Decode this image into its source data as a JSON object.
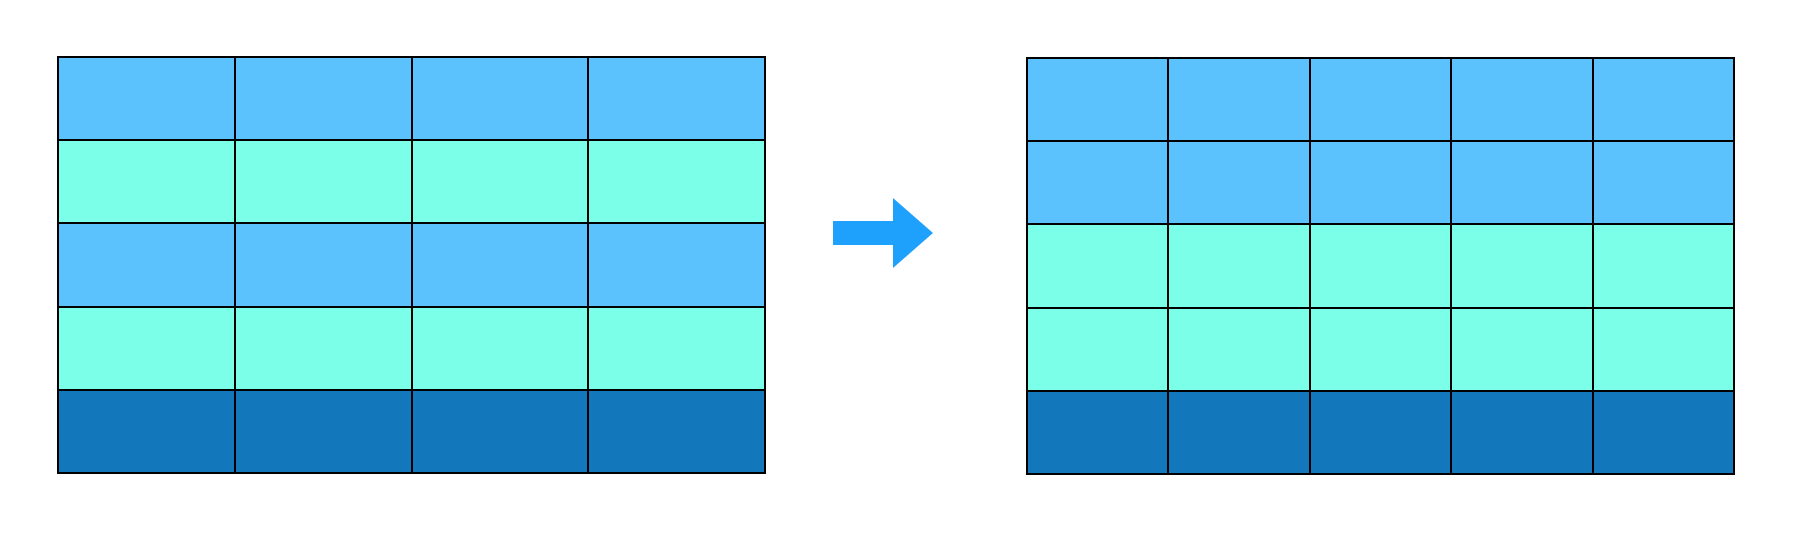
{
  "colors": {
    "light_blue": "#5bc2fd",
    "aqua": "#7bffe8",
    "dark_blue": "#1278bb",
    "arrow": "#1ea1fd",
    "border": "#000000"
  },
  "diagram": {
    "before": {
      "columns": 4,
      "rows": [
        "light_blue",
        "aqua",
        "light_blue",
        "aqua",
        "dark_blue"
      ]
    },
    "after": {
      "columns": 5,
      "rows": [
        "light_blue",
        "light_blue",
        "aqua",
        "aqua",
        "dark_blue"
      ]
    },
    "arrow_icon": "arrow-right-icon"
  }
}
